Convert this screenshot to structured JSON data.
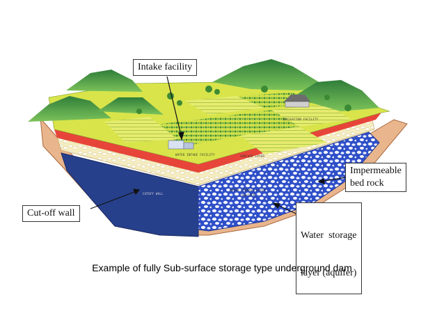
{
  "labels": {
    "intake_facility": "Intake facility",
    "impermeable_line1": "Impermeable",
    "impermeable_line2": "bed rock",
    "cutoff_wall": "Cut-off wall",
    "water_storage_line1": "Water  storage",
    "water_storage_line2": "layer (aquifer)"
  },
  "small_labels": {
    "irrigation_facility": "IRRIGATION FACILITY",
    "water_intake_facility": "WATER INTAKE FACILITY",
    "surface_layer": "SURFACE LAYER",
    "cutoff_wall": "CUTOFF WALL",
    "water_storage_layer": "WATER STORAGE LAYER",
    "aquifer": "(AQUIFER)"
  },
  "caption": "Example of fully Sub-surface storage type underground dam",
  "colors": {
    "cutoff_wall": "#27408b",
    "aquifer": "#2f4fc8",
    "clay_layer": "#e8453a",
    "gravel_layer": "#f2e6a8",
    "field": "#d8e44a",
    "hills": "#3f9a4a",
    "bedrock_edge": "#d9a07a"
  }
}
